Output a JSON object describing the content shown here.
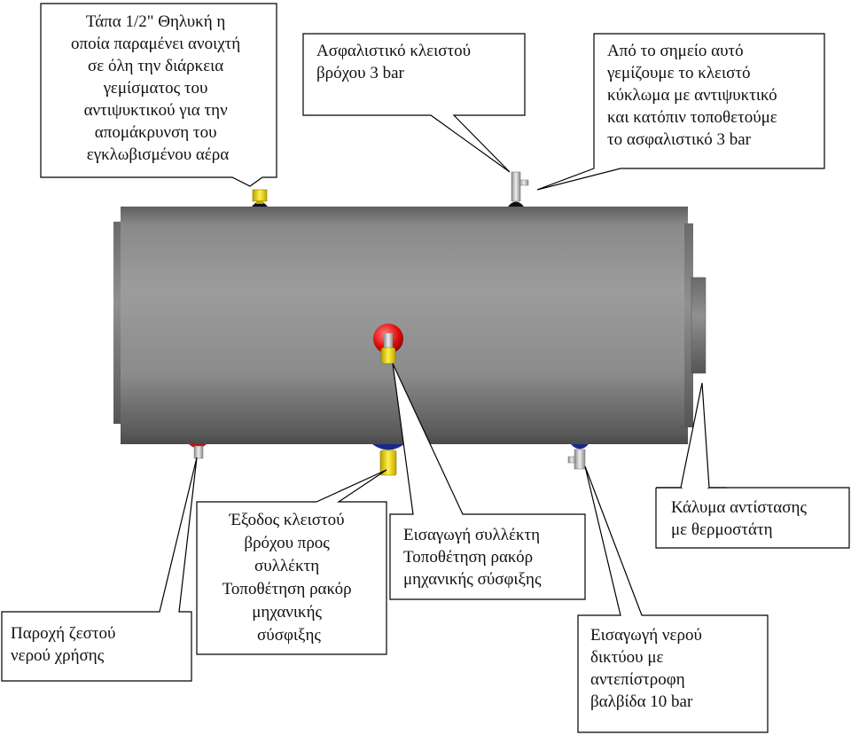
{
  "colors": {
    "tank_body": "#8f8f8f",
    "fitting_yellow": "#ffe000",
    "fitting_red": "#e01010",
    "fitting_blue": "#1a2a8a",
    "fitting_silver": "#c8c8c8"
  },
  "callouts": {
    "air_cap": [
      "Τάπα 1/2\" Θηλυκή η",
      "οποία παραμένει ανοιχτή",
      "σε όλη την διάρκεια",
      "γεμίσματος του",
      "αντιψυκτικού για την",
      "απομάκρυνση του",
      "εγκλωβισμένου αέρα"
    ],
    "safety_valve": [
      "Ασφαλιστικό κλειστού",
      "βρόχου 3 bar"
    ],
    "fill_point": [
      "Από το σημείο αυτό",
      "γεμίζουμε το κλειστό",
      "κύκλωμα με αντιψυκτικό",
      "και κατόπιν τοποθετούμε",
      "το ασφαλιστικό 3 bar"
    ],
    "hot_water_out": [
      "Παροχή ζεστού",
      "νερού χρήσης"
    ],
    "loop_outlet": [
      "Έξοδος κλειστού",
      "βρόχου προς",
      "συλλέκτη",
      "Τοποθέτηση ρακόρ",
      "μηχανικής",
      "σύσφιξης"
    ],
    "collector_inlet": [
      "Εισαγωγή συλλέκτη",
      "Τοποθέτηση ρακόρ",
      "μηχανικής σύσφιξης"
    ],
    "heater_cover": [
      "Κάλυμα αντίστασης",
      "με θερμοστάτη"
    ],
    "mains_inlet": [
      "Εισαγωγή νερού",
      "δικτύου με",
      "αντεπίστροφη",
      "βαλβίδα 10 bar"
    ]
  }
}
